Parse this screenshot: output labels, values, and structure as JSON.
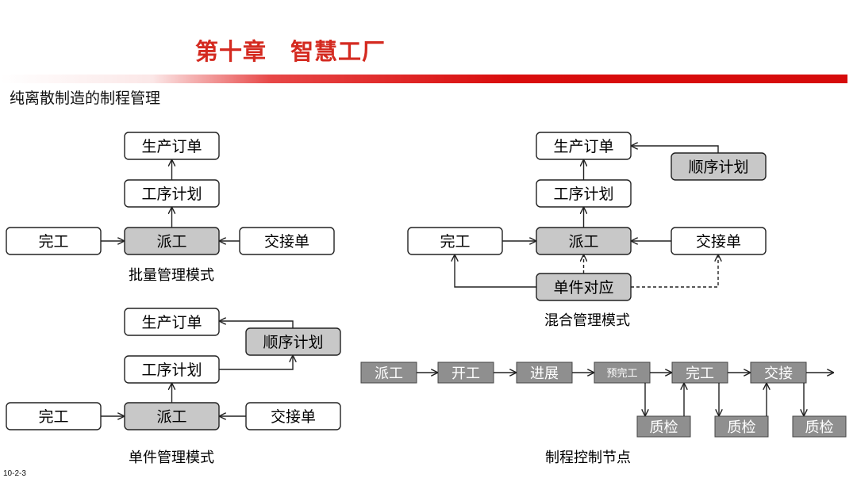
{
  "header": {
    "chapter": "第十章　智慧工厂",
    "subtitle": "纯离散制造的制程管理",
    "page_code": "10-2-3"
  },
  "nodes": {
    "order": "生产订单",
    "process_plan": "工序计划",
    "dispatch": "派工",
    "complete": "完工",
    "handover": "交接单",
    "sequence_plan": "顺序计划",
    "single_match": "单件对应"
  },
  "captions": {
    "batch": "批量管理模式",
    "mixed": "混合管理模式",
    "single": "单件管理模式",
    "control": "制程控制节点"
  },
  "flow": {
    "steps": [
      "派工",
      "开工",
      "进展",
      "预完工",
      "完工",
      "交接"
    ],
    "qc": "质检"
  },
  "colors": {
    "gray_fill": "#c8c8c8",
    "dark_fill": "#8f8f8f",
    "accent": "#d42a20"
  }
}
